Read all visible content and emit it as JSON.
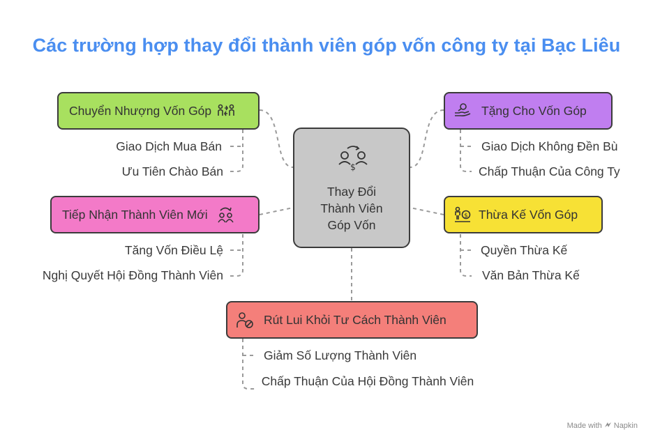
{
  "title": "Các trường hợp thay đổi thành viên góp vốn công ty tại Bạc Liêu",
  "center": {
    "label": "Thay Đổi\nThành Viên\nGóp Vốn",
    "icon": "people-exchange-icon"
  },
  "nodes": [
    {
      "label": "Chuyển Nhượng Vốn Góp",
      "color": "#a8e05f",
      "icon": "transfer-people-icon",
      "subs": [
        "Giao Dịch Mua Bán",
        "Ưu Tiên Chào Bán"
      ]
    },
    {
      "label": "Tặng Cho Vốn Góp",
      "color": "#c07ef0",
      "icon": "gift-hand-icon",
      "subs": [
        "Giao Dịch Không Đền Bù",
        "Chấp Thuận Của Công Ty"
      ]
    },
    {
      "label": "Tiếp Nhận Thành Viên Mới",
      "color": "#f37ac8",
      "icon": "new-members-icon",
      "subs": [
        "Tăng Vốn Điều Lệ",
        "Nghị Quyết Hội Đồng Thành Viên"
      ]
    },
    {
      "label": "Thừa Kế Vốn Góp",
      "color": "#f7e135",
      "icon": "inheritance-icon",
      "subs": [
        "Quyền Thừa Kế",
        "Văn Bản Thừa Kế"
      ]
    },
    {
      "label": "Rút Lui Khỏi Tư Cách Thành Viên",
      "color": "#f47f7a",
      "icon": "member-withdraw-icon",
      "subs": [
        "Giảm Số Lượng Thành Viên",
        "Chấp Thuận Của Hội Đồng Thành Viên"
      ]
    }
  ],
  "footer": {
    "text": "Made with",
    "brand": "Napkin"
  }
}
